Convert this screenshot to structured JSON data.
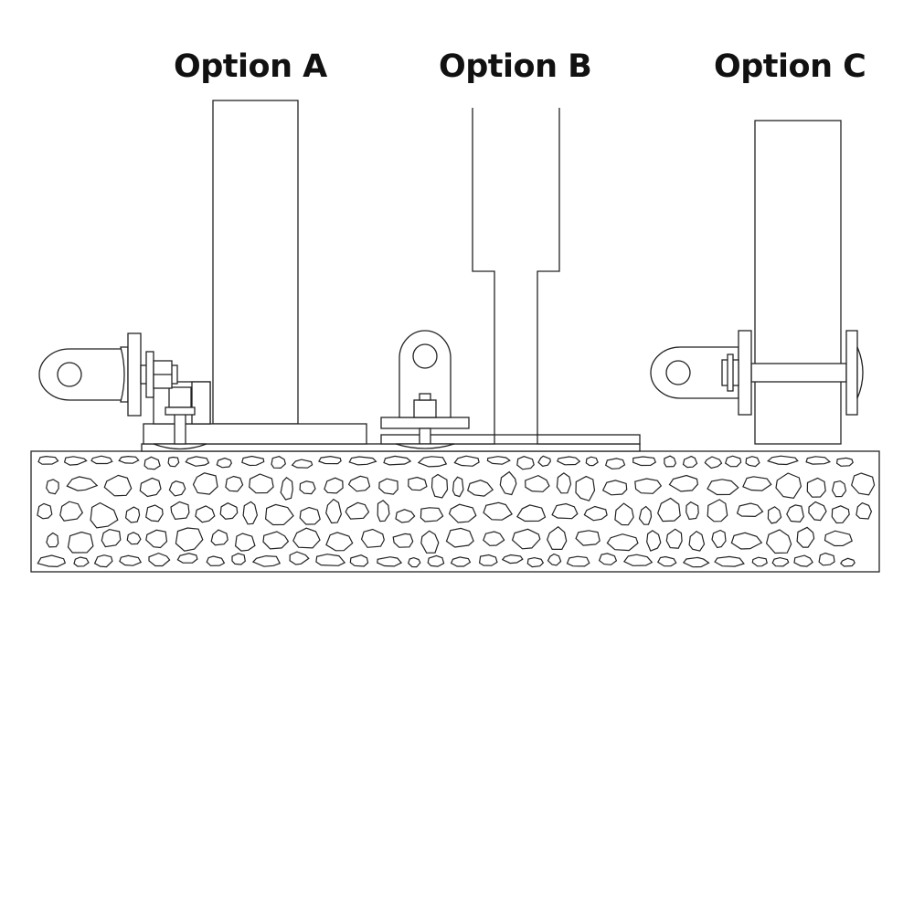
{
  "labels": {
    "option_a": "Option A",
    "option_b": "Option B",
    "option_c": "Option C"
  },
  "colors": {
    "line": "#222222",
    "background": "#ffffff",
    "text": "#111111"
  }
}
